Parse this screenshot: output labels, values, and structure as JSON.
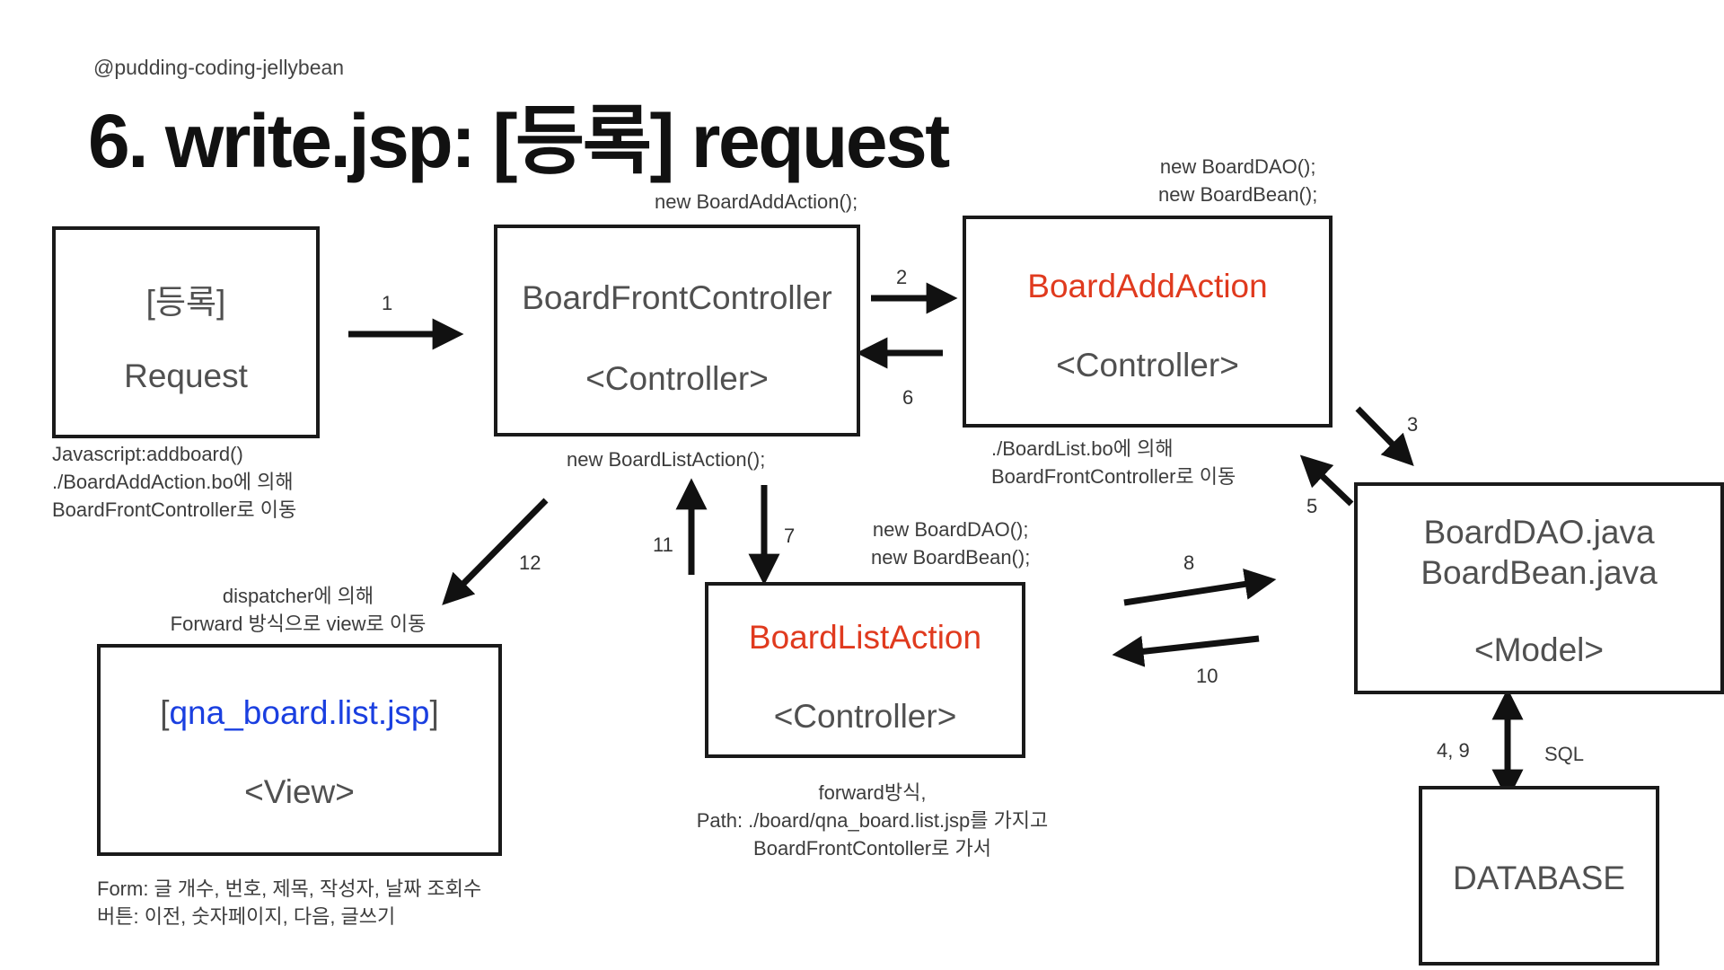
{
  "header": {
    "handle": "@pudding-coding-jellybean",
    "title": "6. write.jsp: [등록] request"
  },
  "boxes": {
    "request": {
      "line1": "[등록]",
      "line2": "Request"
    },
    "front_controller": {
      "line1": "BoardFrontController",
      "line2": "<Controller>"
    },
    "add_action": {
      "line1": "BoardAddAction",
      "line2": "<Controller>"
    },
    "model": {
      "line1": "BoardDAO.java",
      "line2": "BoardBean.java",
      "line3": "<Model>"
    },
    "list_action": {
      "line1": "BoardListAction",
      "line2": "<Controller>"
    },
    "view": {
      "line1_pre": "[",
      "line1_link": "qna_board.list.jsp",
      "line1_post": "]",
      "line2": "<View>"
    },
    "database": {
      "line1": "DATABASE"
    }
  },
  "notes": {
    "request_note": [
      "Javascript:addboard()",
      "./BoardAddAction.bo에 의해",
      "BoardFrontController로 이동"
    ],
    "front_top": "new BoardAddAction();",
    "front_bottom": "new BoardListAction();",
    "add_action_top": [
      "new BoardDAO();",
      "new BoardBean();"
    ],
    "add_action_bottom": [
      "./BoardList.bo에 의해",
      "BoardFrontController로 이동"
    ],
    "list_action_top": [
      "new BoardDAO();",
      "new BoardBean();"
    ],
    "list_action_bottom": [
      "forward방식,",
      "Path: ./board/qna_board.list.jsp를 가지고",
      "BoardFrontContoller로 가서"
    ],
    "dispatcher": [
      "dispatcher에 의해",
      "Forward 방식으로 view로 이동"
    ],
    "view_note": [
      "Form: 글 개수, 번호, 제목, 작성자, 날짜 조회수",
      "버튼: 이전, 숫자페이지, 다음, 글쓰기"
    ],
    "sql": "SQL"
  },
  "arrow_labels": {
    "a1": "1",
    "a2": "2",
    "a3": "3",
    "a4_9": "4, 9",
    "a5": "5",
    "a6": "6",
    "a7": "7",
    "a8": "8",
    "a10": "10",
    "a11": "11",
    "a12": "12"
  },
  "colors": {
    "highlight_red": "#e03a1e",
    "link_blue": "#1a3fe0",
    "border": "#1a1a1a"
  }
}
